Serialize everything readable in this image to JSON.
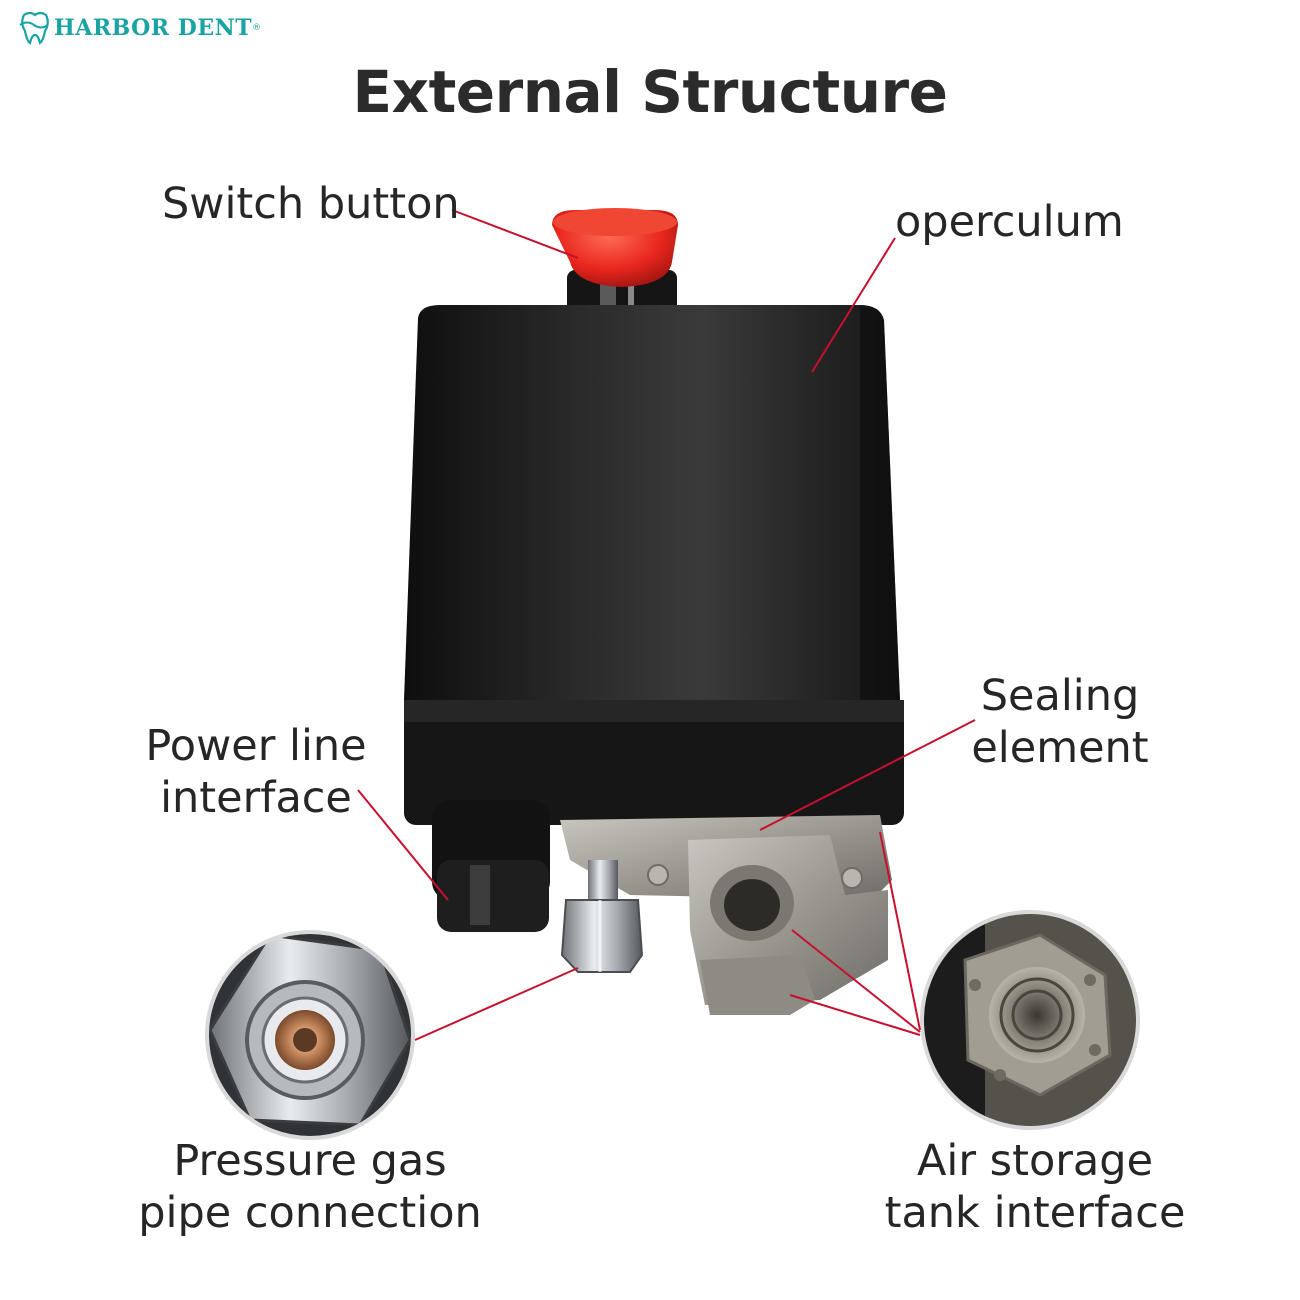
{
  "brand": {
    "name": "HARBOR DENT",
    "registered": "®",
    "logo_icon": "tooth-wave-icon",
    "color": "#1aa3a3"
  },
  "title": "External Structure",
  "labels": {
    "switch_button": "Switch button",
    "operculum": "operculum",
    "power_line": [
      "Power line",
      "interface"
    ],
    "sealing": [
      "Sealing",
      "element"
    ],
    "pressure_gas": [
      "Pressure gas",
      "pipe connection"
    ],
    "air_storage": [
      "Air storage",
      "tank interface"
    ]
  },
  "colors": {
    "leader_line": "#c8102e",
    "housing": "#1c1c1c",
    "button": "#e8261e",
    "metal": "#9c9a93"
  }
}
